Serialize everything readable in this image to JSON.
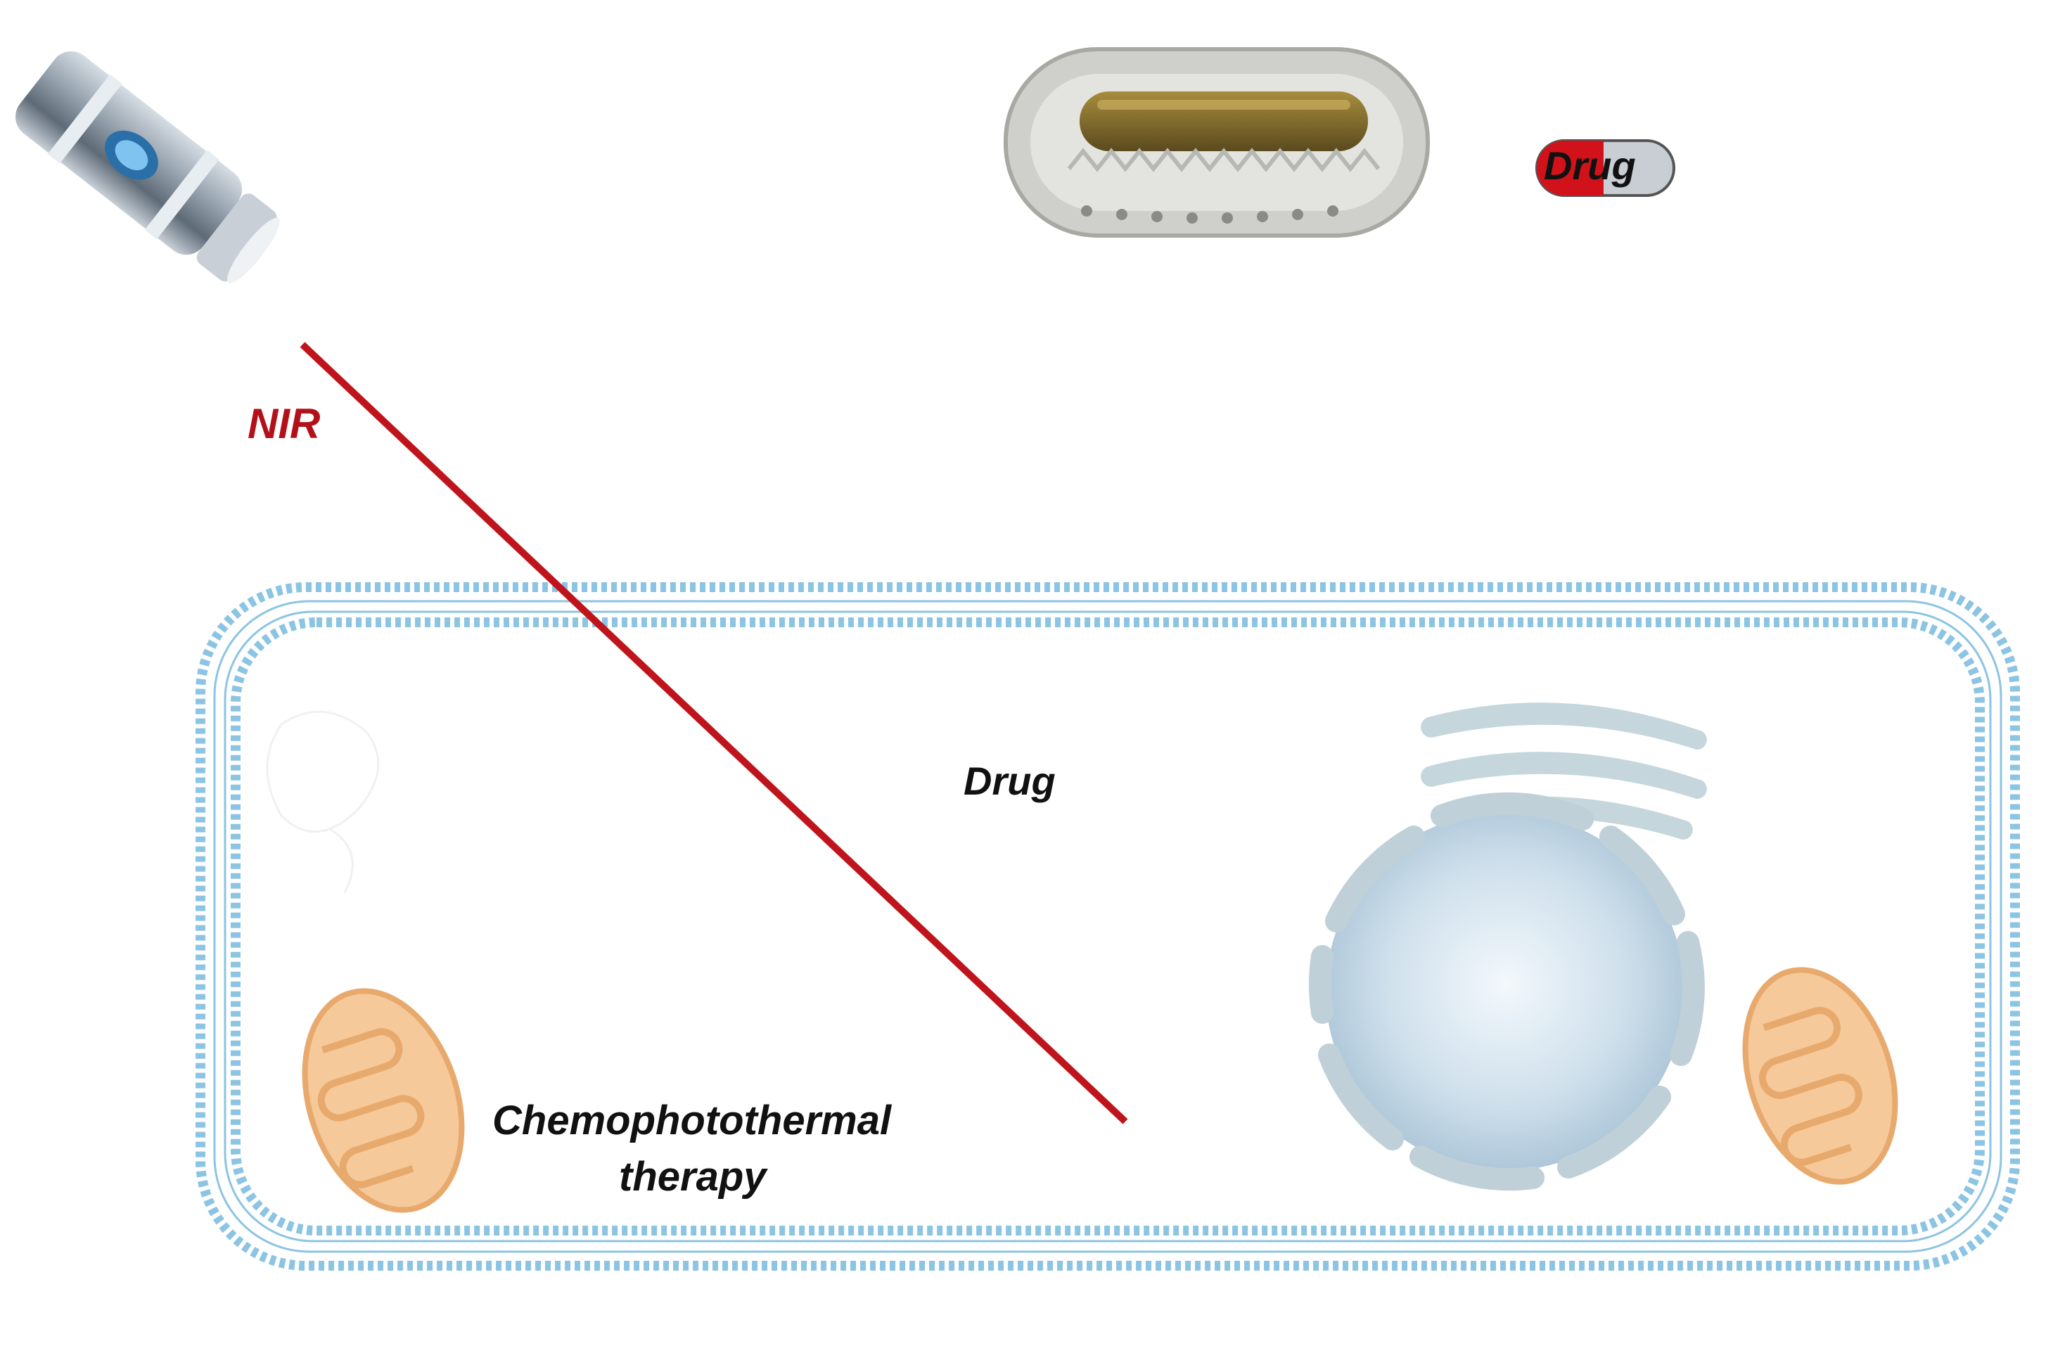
{
  "labels": {
    "nir": "NIR",
    "drug_top": "Drug",
    "drug_bottom": "Drug",
    "caption_line1": "Chemophotothermal",
    "caption_line2": "therapy"
  },
  "colors": {
    "laser": "#c0141c",
    "dark_red_arrow": "#9e0d12",
    "red_arrow": "#e0151b",
    "green_arrow": "#1fa548",
    "membrane": "#8cc4e3",
    "nanoparticle_gold": "#6b5a2a",
    "heated_particle": "#c81a1a",
    "mitochondria": "#f5c99a",
    "nucleus": "#c9dce8"
  },
  "icons": [
    "nir-laser-pointer-icon",
    "drug-capsule-icon",
    "mitochondria-icon",
    "nucleus-icon",
    "golgi-icon"
  ]
}
